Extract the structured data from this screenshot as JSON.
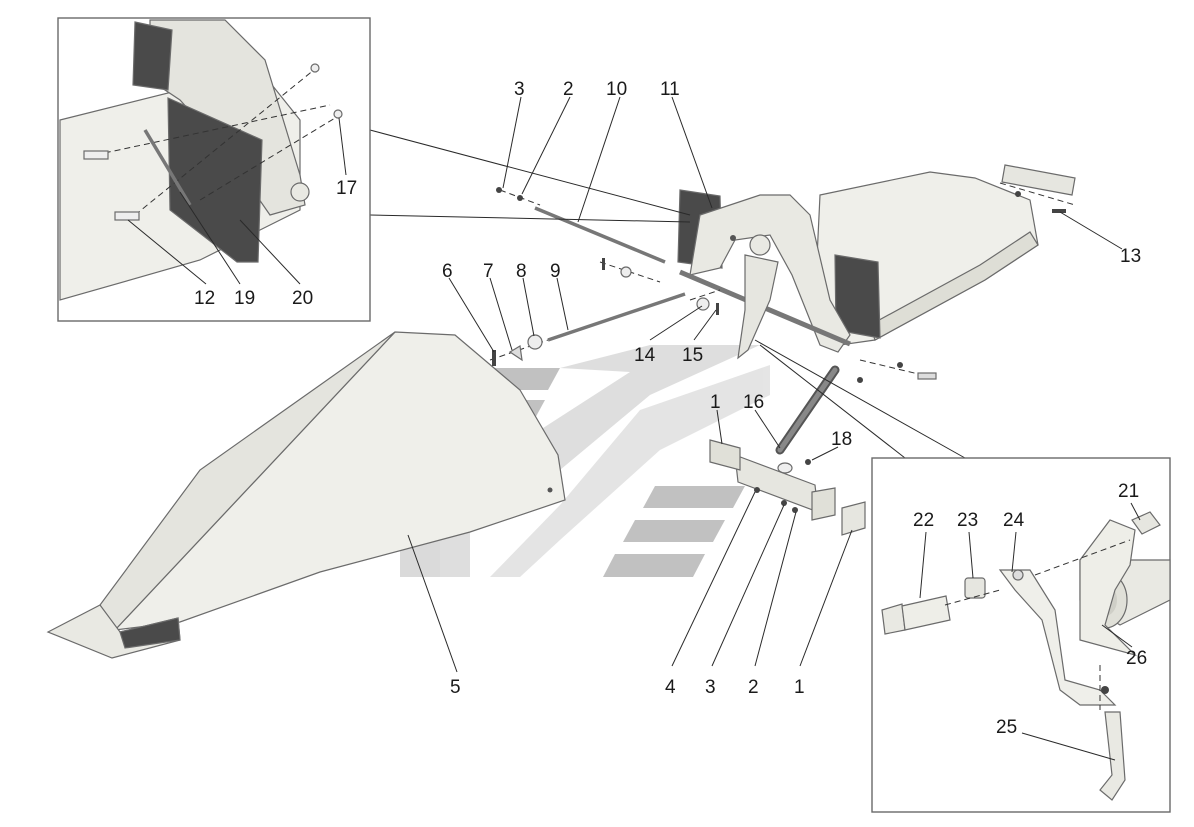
{
  "figure": {
    "main_labels": {
      "l1a": "1",
      "l1b": "1",
      "l2a": "2",
      "l2b": "2",
      "l3a": "3",
      "l3b": "3",
      "l4": "4",
      "l5": "5",
      "l6": "6",
      "l7": "7",
      "l8": "8",
      "l9": "9",
      "l10": "10",
      "l11": "11",
      "l13": "13",
      "l14": "14",
      "l15": "15",
      "l16": "16",
      "l18": "18"
    },
    "inset_top_labels": {
      "l12": "12",
      "l17": "17",
      "l19": "19",
      "l20": "20"
    },
    "inset_bottom_labels": {
      "l21": "21",
      "l22": "22",
      "l23": "23",
      "l24": "24",
      "l25": "25",
      "l26": "26"
    },
    "colors": {
      "part_fill": "#eeeee8",
      "part_shade": "#dcdcd4",
      "dark_plate": "#4a4a4a",
      "watermark": "#8f8f8f"
    }
  }
}
